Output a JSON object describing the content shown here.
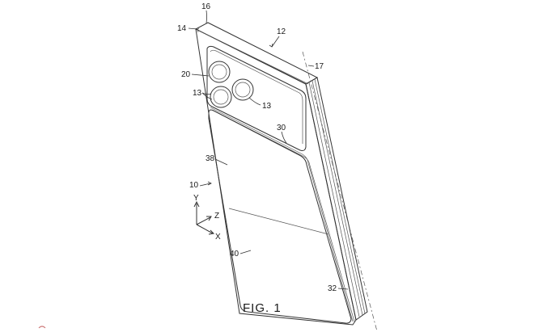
{
  "figure": {
    "caption": "FIG. 1",
    "references": {
      "r16": "16",
      "r14": "14",
      "r12": "12",
      "r17": "17",
      "r20": "20",
      "r13a": "13",
      "r13b": "13",
      "r30": "30",
      "r38": "38",
      "r10": "10",
      "r40": "40",
      "r32": "32"
    },
    "axes": {
      "y": "Y",
      "z": "Z",
      "x": "X"
    }
  }
}
